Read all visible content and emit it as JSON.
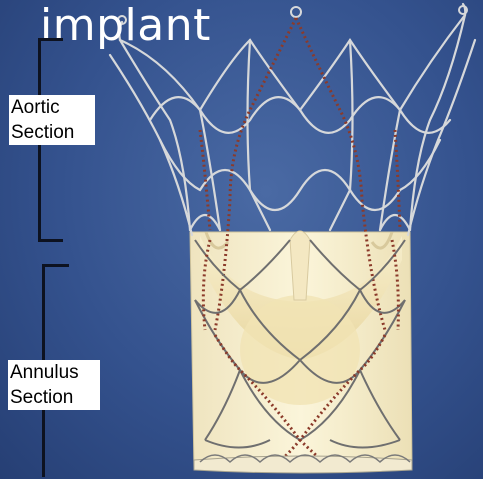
{
  "title": "implant",
  "labels": {
    "aortic": [
      "Aortic",
      "Section"
    ],
    "annulus": [
      "Annulus",
      "Section"
    ]
  },
  "colors": {
    "background": "#34528e",
    "frame_metal": "#d9d9d9",
    "suture": "#8b3a2a",
    "leaflet_tissue": "#f3e7bd"
  }
}
